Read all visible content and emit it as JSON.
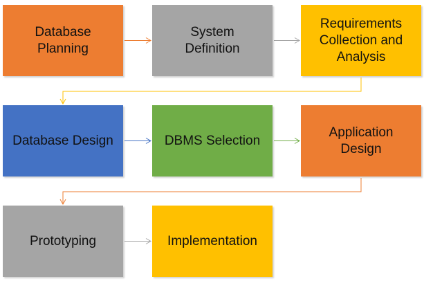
{
  "diagram": {
    "boxes": [
      {
        "id": "db-planning",
        "lines": [
          "Database",
          "Planning"
        ],
        "color": "#ED7D31"
      },
      {
        "id": "system-def",
        "lines": [
          "System",
          "Definition"
        ],
        "color": "#A5A5A5"
      },
      {
        "id": "requirements",
        "lines": [
          "Requirements",
          "Collection and",
          "Analysis"
        ],
        "color": "#FFC000"
      },
      {
        "id": "db-design",
        "lines": [
          "Database Design"
        ],
        "color": "#4472C4"
      },
      {
        "id": "dbms-selection",
        "lines": [
          "DBMS Selection"
        ],
        "color": "#70AD47"
      },
      {
        "id": "app-design",
        "lines": [
          "Application",
          "Design"
        ],
        "color": "#ED7D31"
      },
      {
        "id": "prototyping",
        "lines": [
          "Prototyping"
        ],
        "color": "#A5A5A5"
      },
      {
        "id": "implementation",
        "lines": [
          "Implementation"
        ],
        "color": "#FFC000"
      }
    ],
    "connectors": [
      {
        "from": "db-planning",
        "to": "system-def",
        "color": "#ED7D31"
      },
      {
        "from": "system-def",
        "to": "requirements",
        "color": "#A5A5A5"
      },
      {
        "from": "requirements",
        "to": "db-design",
        "color": "#FFC000"
      },
      {
        "from": "db-design",
        "to": "dbms-selection",
        "color": "#4472C4"
      },
      {
        "from": "dbms-selection",
        "to": "app-design",
        "color": "#70AD47"
      },
      {
        "from": "app-design",
        "to": "prototyping",
        "color": "#ED7D31"
      },
      {
        "from": "prototyping",
        "to": "implementation",
        "color": "#A5A5A5"
      }
    ]
  }
}
